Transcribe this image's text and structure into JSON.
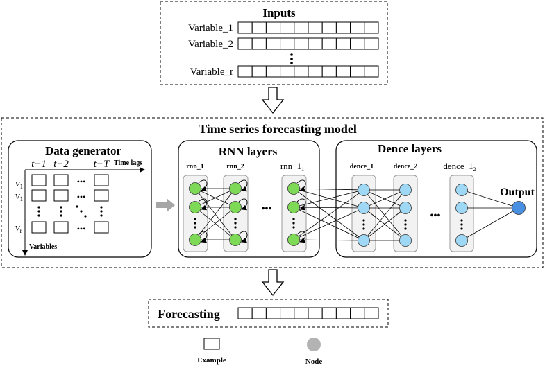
{
  "inputs": {
    "title": "Inputs",
    "rows": [
      {
        "label": "Variable_1",
        "cells": 10
      },
      {
        "label": "Variable_2",
        "cells": 10
      },
      {
        "label": "Variable_r",
        "cells": 10
      }
    ]
  },
  "model": {
    "title": "Time series forecasting model",
    "data_generator": {
      "title": "Data generator",
      "time_lags_label": "Time lags",
      "variables_label": "Variables",
      "time_headers": [
        "t−1",
        "t−2",
        "t−T"
      ],
      "row_labels": [
        {
          "base": "v",
          "sub": "1"
        },
        {
          "base": "v",
          "sub": "1"
        },
        {
          "base": "v",
          "sub": "r"
        }
      ],
      "ellipsis": "•••"
    },
    "rnn": {
      "title": "RNN layers",
      "columns": [
        {
          "label": "rnn_1",
          "base": "",
          "sub": ""
        },
        {
          "label": "rnn_2",
          "base": "",
          "sub": ""
        },
        {
          "label": "",
          "base": "rnn_1",
          "sub": "1"
        }
      ],
      "node_color": "#7ed957",
      "ellipsis": "•••"
    },
    "dence": {
      "title": "Dence layers",
      "columns": [
        {
          "label": "dence_1",
          "base": "",
          "sub": ""
        },
        {
          "label": "dence_2",
          "base": "",
          "sub": ""
        },
        {
          "label": "",
          "base": "dence_1",
          "sub": "2"
        }
      ],
      "node_color": "#9ed8f5",
      "ellipsis": "•••"
    },
    "output": {
      "label": "Output",
      "node_color": "#4a90e2"
    }
  },
  "forecasting": {
    "title": "Forecasting",
    "cells": 10
  },
  "legend": {
    "example_label": "Example",
    "node_label": "Node",
    "node_color": "#b3b3b3"
  }
}
